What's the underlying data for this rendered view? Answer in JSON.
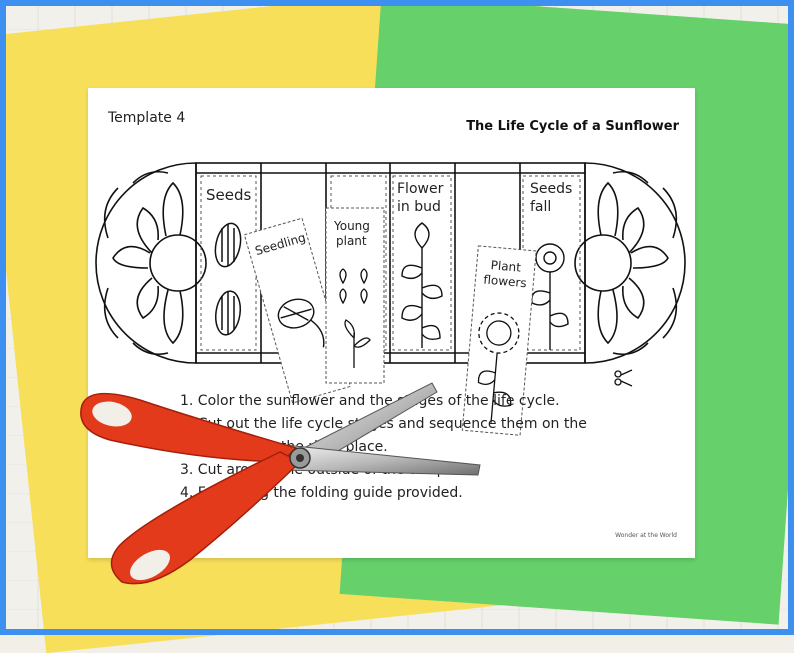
{
  "sheet": {
    "template_label": "Template 4",
    "title": "The Life Cycle of a Sunflower",
    "stages": {
      "seeds": "Seeds",
      "flower_in_bud": [
        "Flower",
        "in bud"
      ],
      "seeds_fall": [
        "Seeds",
        "fall"
      ]
    },
    "cards": {
      "seedling": "Seedling",
      "young_plant": [
        "Young",
        "plant"
      ],
      "plant_flowers": [
        "Plant",
        "flowers"
      ]
    },
    "instructions": [
      "1. Color the sunflower and the stages of the life cycle.",
      "2. Cut out the life cycle stages and sequence them on the",
      "template in the right place.",
      "3. Cut around the outside of the template.",
      "4. Fold using the folding guide provided."
    ],
    "credit": "Wonder at the World"
  },
  "colors": {
    "frame": "#3d8ff0",
    "yellow_paper": "#f7df5a",
    "green_paper": "#66d06b",
    "scissor_handle": "#e43a1c"
  },
  "icons": [
    "scissors-icon",
    "sunflower-icon",
    "seed-icon"
  ]
}
